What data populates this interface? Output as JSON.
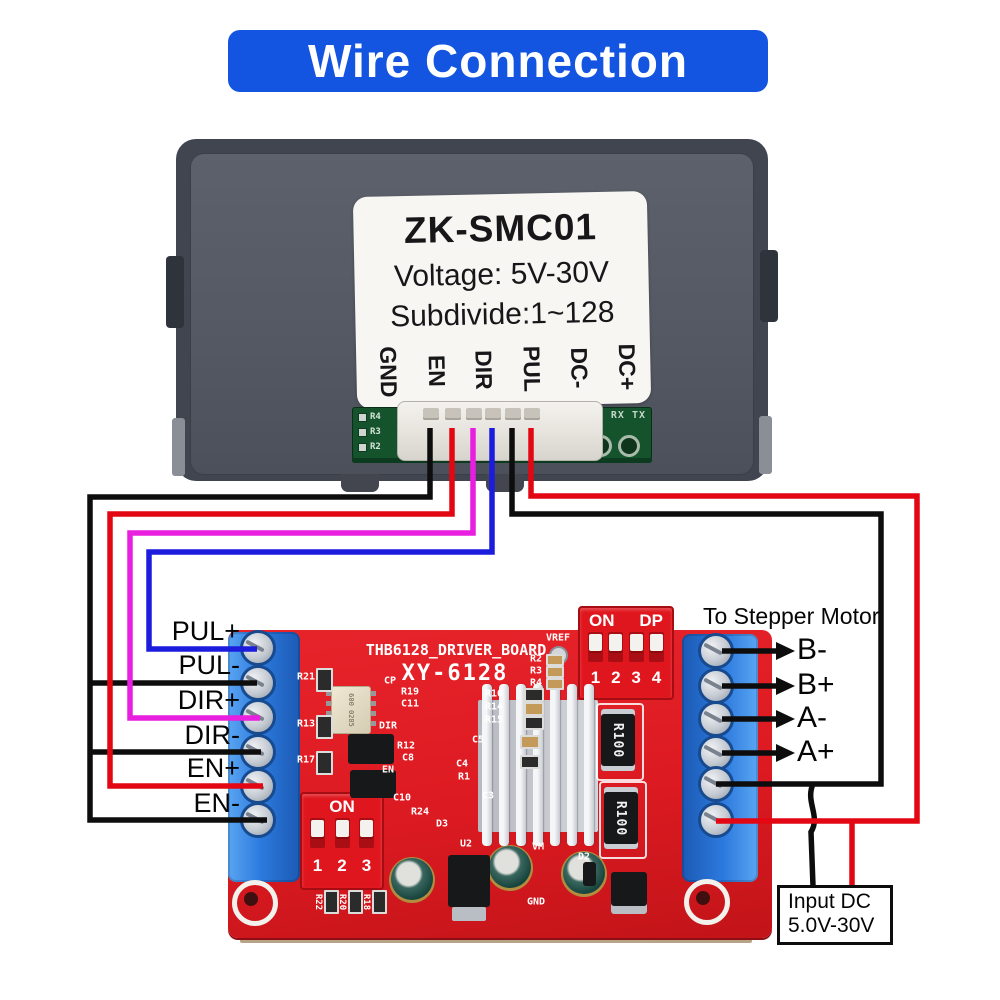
{
  "banner": {
    "label": "Wire Connection"
  },
  "controller": {
    "model": "ZK-SMC01",
    "voltage": "Voltage: 5V-30V",
    "subdivide": "Subdivide:1~128",
    "pins": [
      "GND",
      "EN",
      "DIR",
      "PUL",
      "DC-",
      "DC+"
    ],
    "pcb_marks": [
      "R4",
      "R3",
      "R2"
    ],
    "pcb_serial": "GND RX TX"
  },
  "left_labels": [
    "PUL+",
    "PUL-",
    "DIR+",
    "DIR-",
    "EN+",
    "EN-"
  ],
  "motor": {
    "heading": "To Stepper Motor",
    "labels": [
      "B-",
      "B+",
      "A-",
      "A+"
    ]
  },
  "power_box": {
    "line1": "Input DC",
    "line2": "5.0V-30V"
  },
  "board": {
    "title": "THB6128_DRIVER_BOARD",
    "model": "XY-6128",
    "dip_top": {
      "on": "ON",
      "dp": "DP",
      "numbers": [
        "1",
        "2",
        "3",
        "4"
      ]
    },
    "dip_bottom": {
      "on": "ON",
      "numbers": [
        "1",
        "2",
        "3"
      ]
    },
    "power_resistor": "R100",
    "ic_text": "600 0285",
    "silkscreen": [
      "VREF",
      "CP",
      "R19",
      "C11",
      "DIR",
      "R12",
      "C8",
      "EN",
      "R10",
      "R14",
      "R15",
      "C5",
      "C4",
      "R1",
      "C10",
      "C3",
      "R24",
      "D3",
      "U2",
      "R21",
      "R13",
      "R17",
      "R2",
      "R3",
      "R4",
      "D2",
      "VM",
      "GND",
      "R22",
      "R20",
      "R18"
    ]
  },
  "colors": {
    "banner": "#1355e0",
    "board_red": "#dd1b22",
    "terminal_blue": "#2a7ce0",
    "wire_black": "#0d0d0d",
    "wire_red": "#e30613",
    "wire_magenta": "#e81fde",
    "wire_blue": "#1c1cdd"
  }
}
